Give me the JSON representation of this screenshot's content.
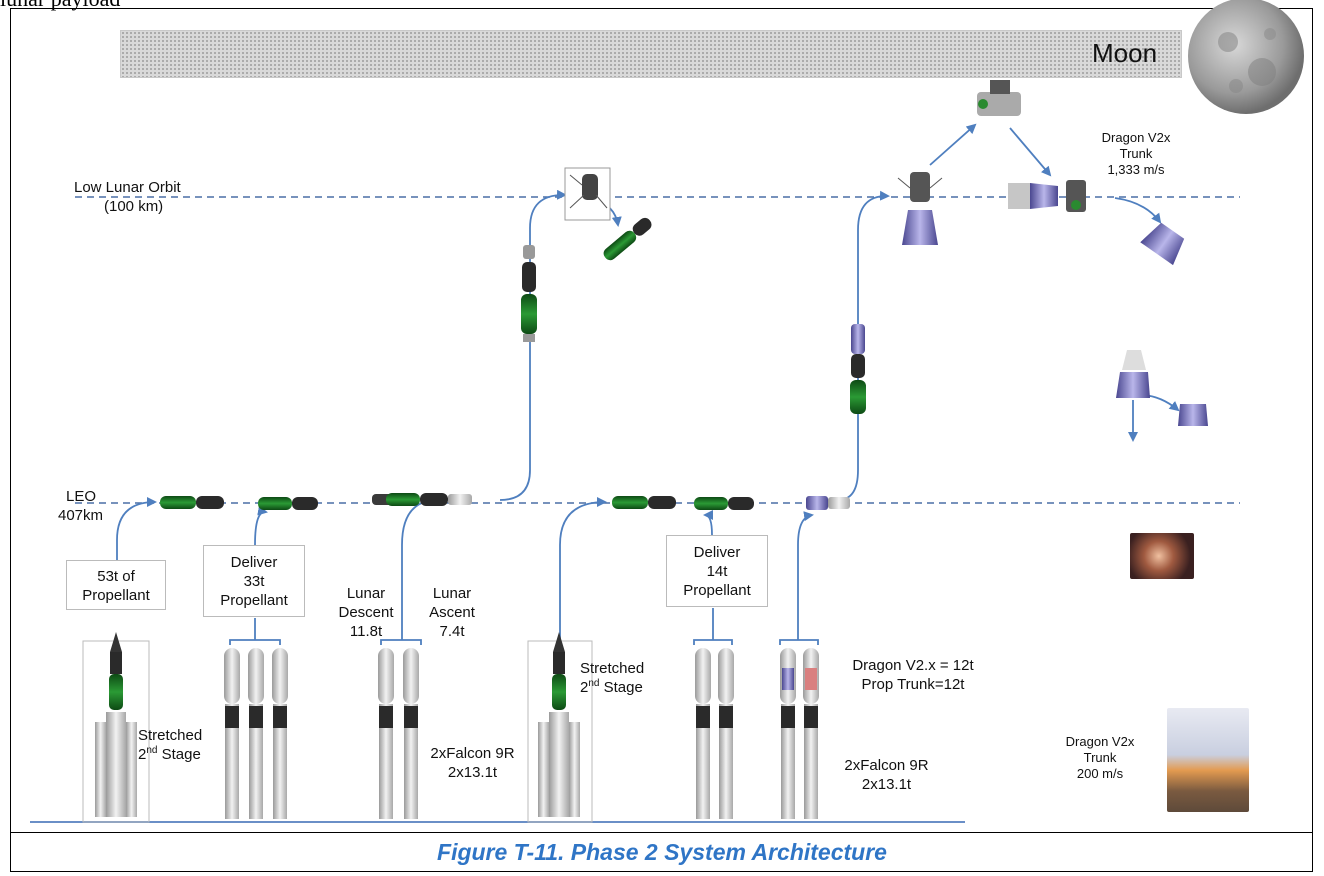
{
  "top_text": "lunar payload",
  "caption": "Figure T-11. Phase 2 System Architecture",
  "moon_label": "Moon",
  "orbits": {
    "llo_line1": "Low Lunar Orbit",
    "llo_line2": "(100 km)",
    "leo_line1": "LEO",
    "leo_line2": "407km"
  },
  "labels": {
    "prop53": [
      "53t of",
      "Propellant"
    ],
    "deliver33": [
      "Deliver",
      "33t",
      "Propellant"
    ],
    "lunar_descent": [
      "Lunar",
      "Descent",
      "11.8t"
    ],
    "lunar_ascent": [
      "Lunar",
      "Ascent",
      "7.4t"
    ],
    "deliver14": [
      "Deliver",
      "14t",
      "Propellant"
    ],
    "stretched_a": [
      "Stretched",
      "2",
      "nd",
      " Stage"
    ],
    "stretched_b": [
      "Stretched",
      "2",
      "nd",
      " Stage"
    ],
    "falcon_a": [
      "2xFalcon  9R",
      "2x13.1t"
    ],
    "falcon_b": [
      "2xFalcon  9R",
      "2x13.1t"
    ],
    "dragon_mass": [
      "Dragon V2.x = 12t",
      "Prop Trunk=12t"
    ],
    "dragon_trunk_top": [
      "Dragon V2x",
      "Trunk",
      "1,333 m/s"
    ],
    "dragon_trunk_bottom": [
      "Dragon V2x",
      "Trunk",
      "200 m/s"
    ]
  },
  "colors": {
    "arrow": "#4f7fbf",
    "dashed": "#4a6fa5",
    "caption": "#2f75c6",
    "propellant": "#1f7a2a",
    "capsule": "#6b68b8"
  }
}
